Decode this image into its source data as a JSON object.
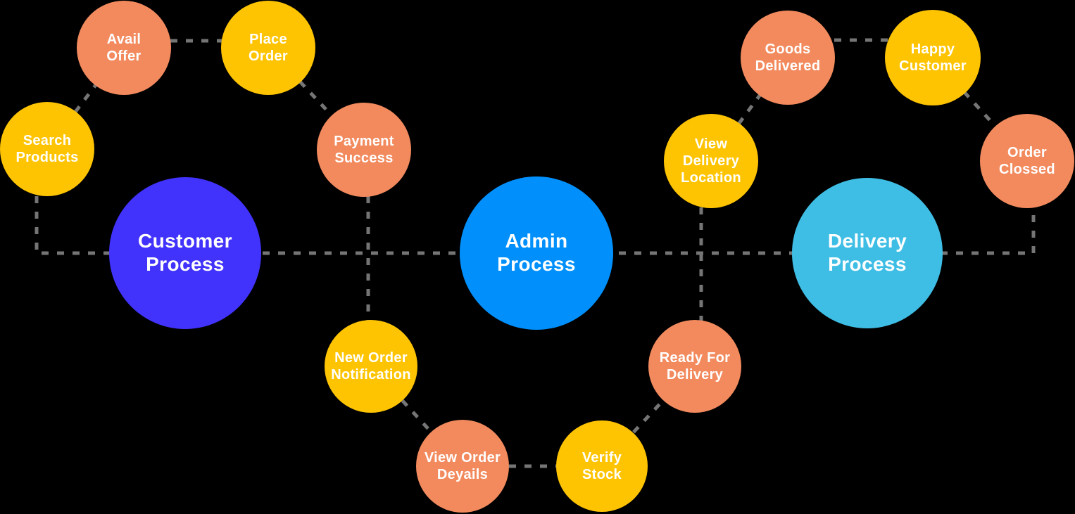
{
  "diagram": {
    "background_color": "#000000",
    "connector_color": "#757575",
    "text_color": "#FFFFFF",
    "processes": {
      "customer": {
        "label": "Customer\nProcess",
        "color": "#4133FB"
      },
      "admin": {
        "label": "Admin\nProcess",
        "color": "#0190FB"
      },
      "delivery": {
        "label": "Delivery\nProcess",
        "color": "#3FBEE5"
      }
    },
    "steps": {
      "search_products": {
        "label": "Search\nProducts",
        "color": "#FEC402"
      },
      "avail_offer": {
        "label": "Avail\nOffer",
        "color": "#F28A5E"
      },
      "place_order": {
        "label": "Place\nOrder",
        "color": "#FEC402"
      },
      "payment_success": {
        "label": "Payment\nSuccess",
        "color": "#F28A5E"
      },
      "new_order_notification": {
        "label": "New Order\nNotification",
        "color": "#FEC402"
      },
      "view_order_deyails": {
        "label": "View Order\nDeyails",
        "color": "#F28A5E"
      },
      "verify_stock": {
        "label": "Verify\nStock",
        "color": "#FEC402"
      },
      "ready_for_delivery": {
        "label": "Ready For\nDelivery",
        "color": "#F28A5E"
      },
      "view_delivery_location": {
        "label": "View\nDelivery\nLocation",
        "color": "#FEC402"
      },
      "goods_delivered": {
        "label": "Goods\nDelivered",
        "color": "#F28A5E"
      },
      "happy_customer": {
        "label": "Happy\nCustomer",
        "color": "#FEC402"
      },
      "order_clossed": {
        "label": "Order\nClossed",
        "color": "#F28A5E"
      }
    }
  }
}
